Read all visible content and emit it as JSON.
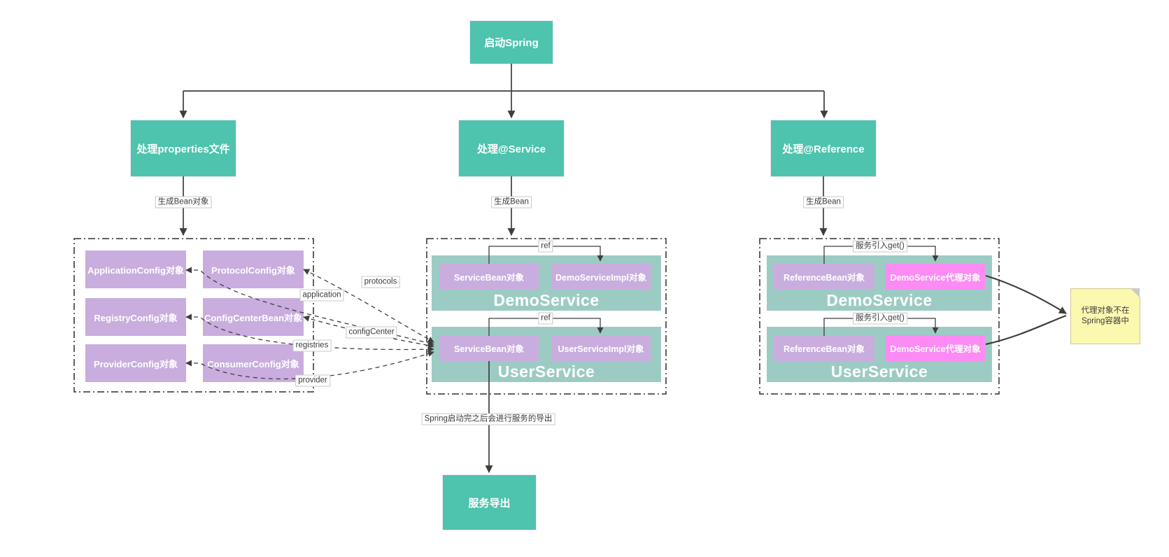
{
  "colors": {
    "node_teal": "#4EC3AE",
    "container_teal": "#9CCBC4",
    "bean_purple": "#C9ADDE",
    "proxy_pink": "#FC8BF3",
    "note_yellow": "#FBF8B0",
    "line": "#3E3E3E"
  },
  "flow": {
    "start": "启动Spring",
    "branch_properties": "处理properties文件",
    "branch_service": "处理@Service",
    "branch_reference": "处理@Reference",
    "edge_properties": "生成Bean对象",
    "edge_service": "生成Bean",
    "edge_reference": "生成Bean",
    "export_node": "服务导出",
    "export_edge": "Spring启动完之后会进行服务的导出"
  },
  "config_panel": {
    "rows": [
      {
        "left": "ApplicationConfig对象",
        "right": "ProtocolConfig对象"
      },
      {
        "left": "RegistryConfig对象",
        "right": "ConfigCenterBean对象"
      },
      {
        "left": "ProviderConfig对象",
        "right": "ConsumerConfig对象"
      }
    ],
    "property_labels": {
      "protocols": "protocols",
      "application": "application",
      "configCenter": "configCenter",
      "registries": "registries",
      "provider": "provider"
    }
  },
  "service_panel": {
    "groups": [
      {
        "title": "DemoService",
        "bean": "ServiceBean对象",
        "impl": "DemoServiceImpl对象",
        "edge": "ref"
      },
      {
        "title": "UserService",
        "bean": "ServiceBean对象",
        "impl": "UserServiceImpl对象",
        "edge": "ref"
      }
    ]
  },
  "reference_panel": {
    "groups": [
      {
        "title": "DemoService",
        "bean": "ReferenceBean对象",
        "proxy": "DemoService代理对象",
        "edge": "服务引入get()"
      },
      {
        "title": "UserService",
        "bean": "ReferenceBean对象",
        "proxy": "DemoService代理对象",
        "edge": "服务引入get()"
      }
    ]
  },
  "note": {
    "line1": "代理对象不在",
    "line2": "Spring容器中"
  }
}
